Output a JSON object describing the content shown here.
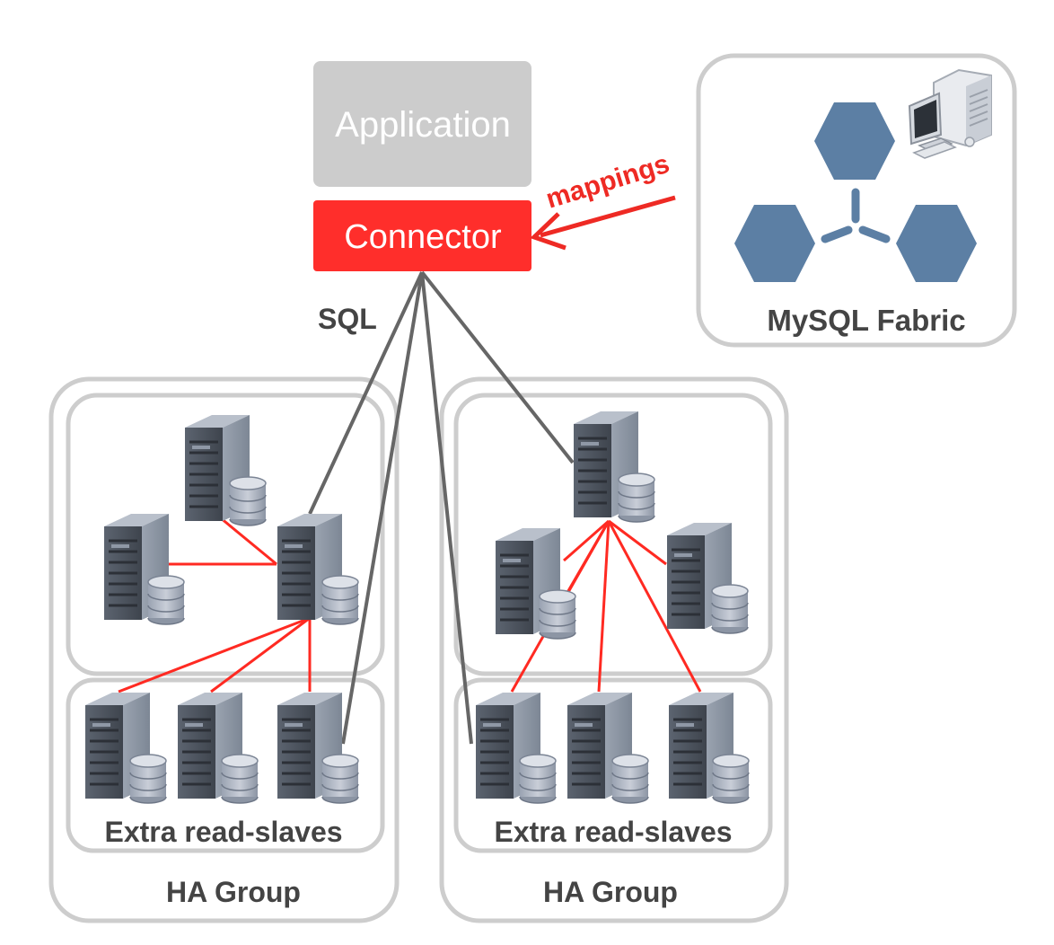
{
  "application": {
    "label": "Application"
  },
  "connector": {
    "label": "Connector"
  },
  "mappings": {
    "label": "mappings"
  },
  "sql": {
    "label": "SQL"
  },
  "fabric": {
    "label": "MySQL Fabric"
  },
  "ha_groups": [
    {
      "label": "HA Group",
      "slaves_label": "Extra read-slaves"
    },
    {
      "label": "HA Group",
      "slaves_label": "Extra read-slaves"
    }
  ],
  "colors": {
    "application_bg": "#cccccc",
    "connector_bg": "#ff2e2b",
    "mappings_arrow": "#ee2a24",
    "replication_line": "#ff2a22",
    "sql_line": "#666666",
    "group_border": "#cdcdcd",
    "hexagon": "#5c7fa4",
    "label_text": "#444444"
  },
  "icons": [
    "server-icon",
    "database-icon",
    "workstation-icon",
    "hexagon-icon"
  ]
}
